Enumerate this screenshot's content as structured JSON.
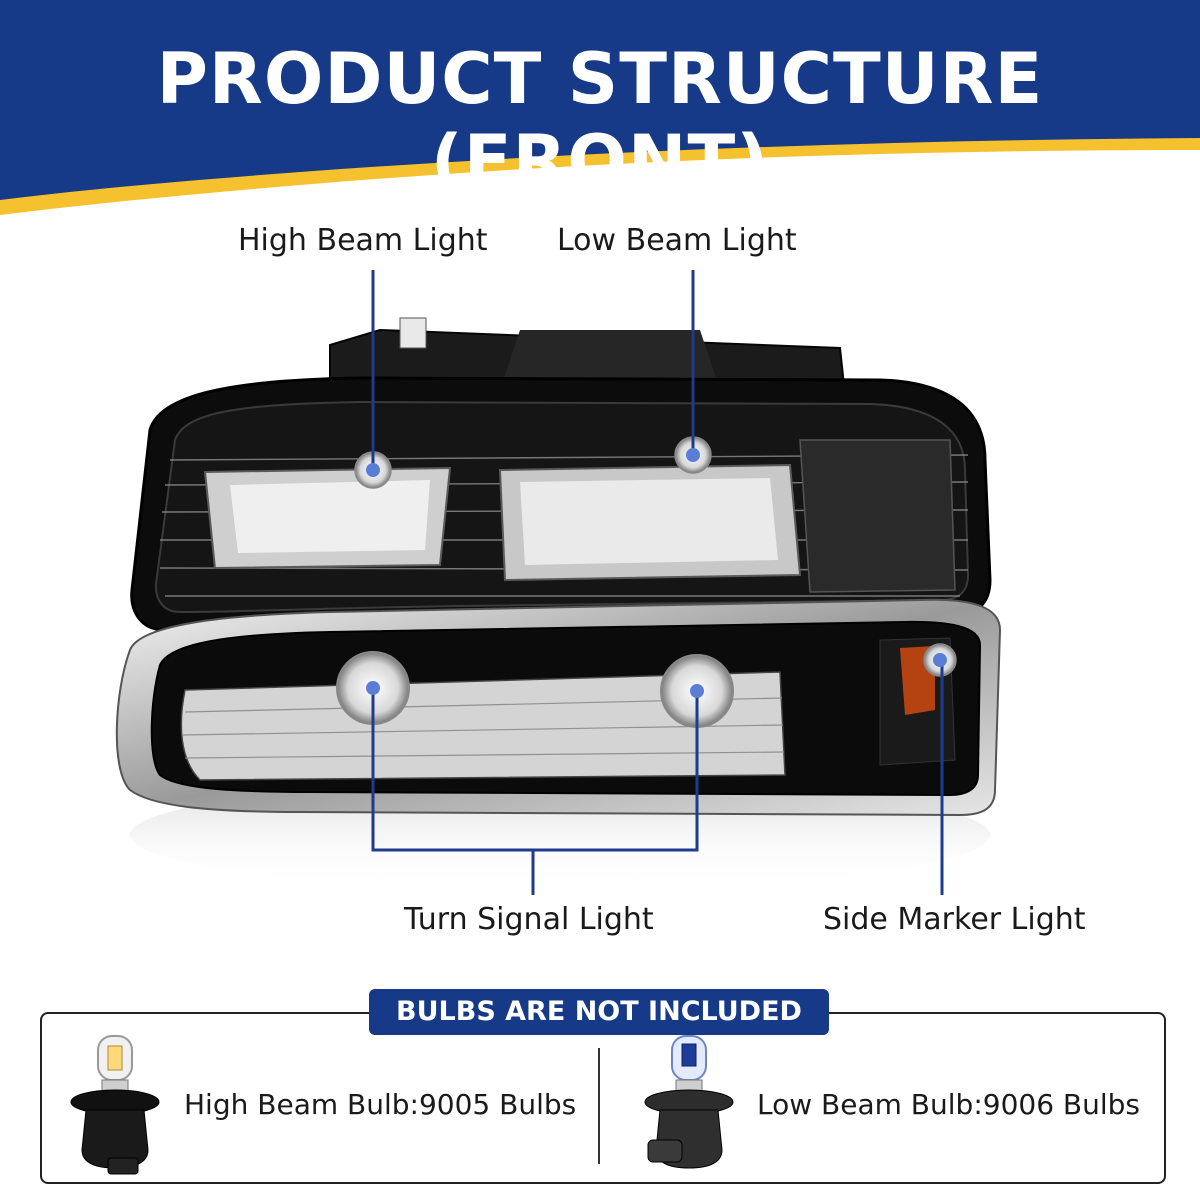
{
  "header": {
    "title": "PRODUCT STRUCTURE (FRONT)",
    "colors": {
      "primary": "#163a87",
      "accent": "#f5c12e"
    }
  },
  "callouts": {
    "high_beam": "High Beam Light",
    "low_beam": "Low Beam Light",
    "turn_signal": "Turn Signal Light",
    "side_marker": "Side Marker Light",
    "dot_color": "#5a7ed6",
    "line_color": "#1d3c8f"
  },
  "bulbs": {
    "banner": "BULBS ARE NOT INCLUDED",
    "items": [
      {
        "label": "High Beam Bulb:9005 Bulbs",
        "icon": "halogen-bulb-9005-icon"
      },
      {
        "label": "Low Beam Bulb:9006 Bulbs",
        "icon": "halogen-bulb-9006-icon"
      }
    ]
  }
}
